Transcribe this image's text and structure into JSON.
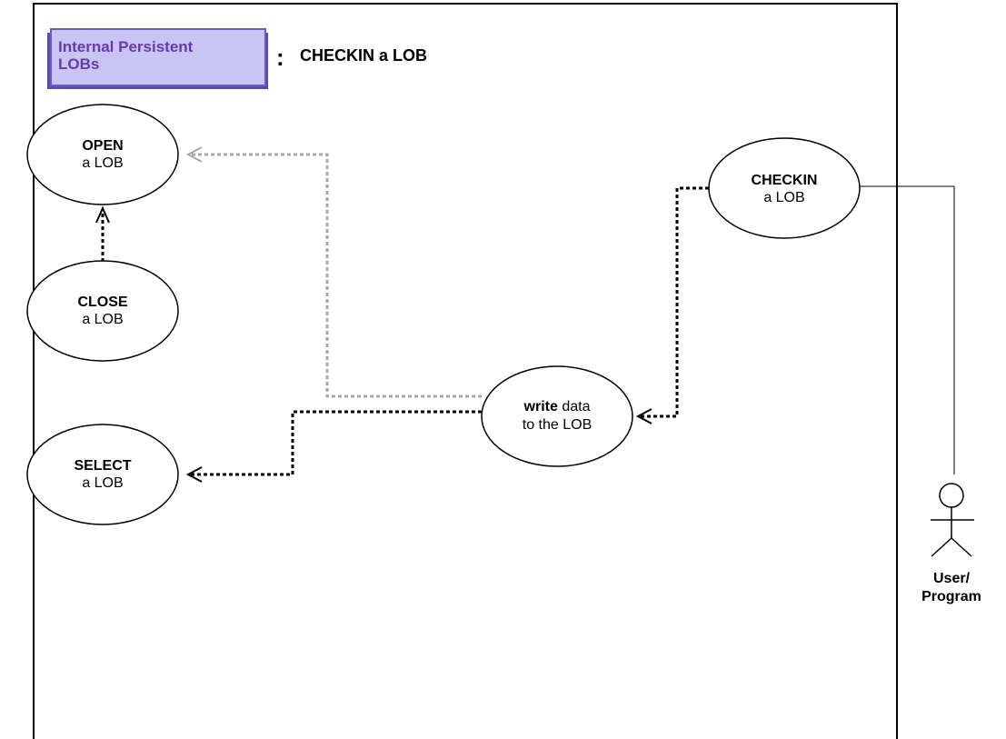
{
  "header": {
    "category_line1": "Internal Persistent",
    "category_line2": "LOBs",
    "separator": ":",
    "title": "CHECKIN a LOB"
  },
  "use_cases": {
    "open": {
      "line1": "OPEN",
      "line2": "a LOB"
    },
    "close": {
      "line1": "CLOSE",
      "line2": "a LOB"
    },
    "select": {
      "line1": "SELECT",
      "line2": "a LOB"
    },
    "checkin": {
      "line1": "CHECKIN",
      "line2": "a LOB"
    },
    "write": {
      "line1_bold": "write",
      "line1_rest": " data",
      "line2": "to the LOB"
    }
  },
  "actor": {
    "line1": "User/",
    "line2": "Program"
  },
  "colors": {
    "category_bg": "#c8c4f4",
    "category_text": "#6a3aa8",
    "category_border": "#6a5acd",
    "frame": "#000000",
    "dotted_black": "#000000",
    "dotted_gray": "#a8a8a8"
  }
}
